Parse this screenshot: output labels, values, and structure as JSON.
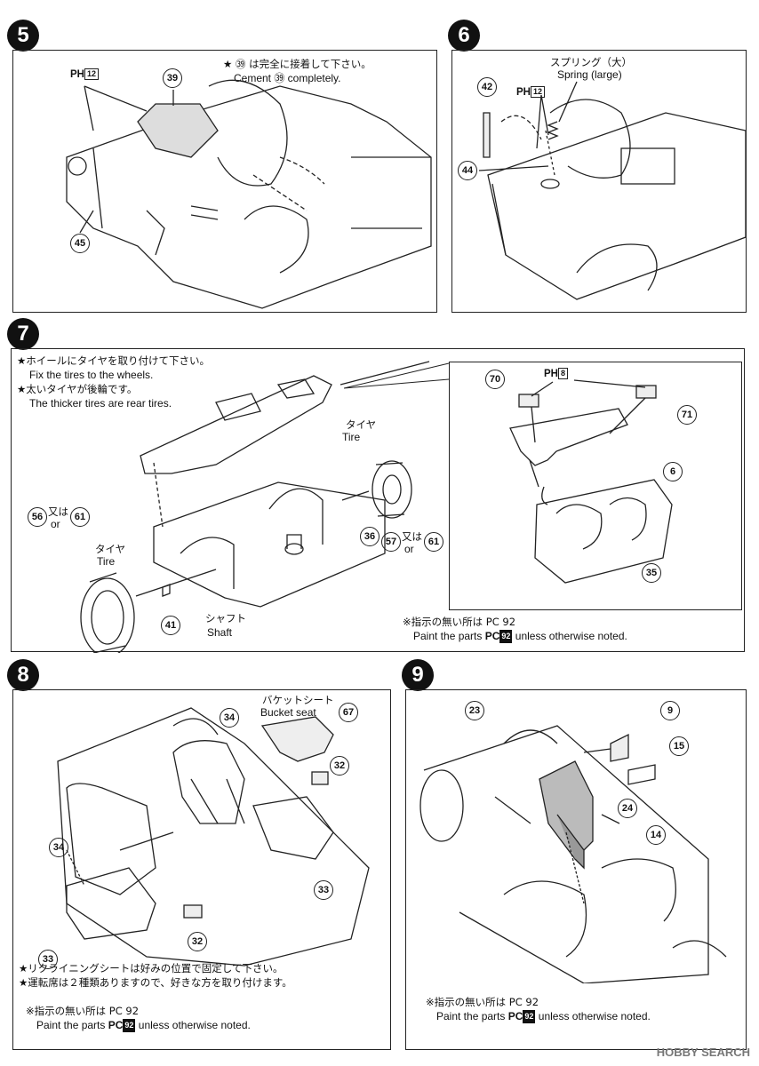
{
  "steps": {
    "s5": {
      "number": "5",
      "note_jp": "★ ㊴ は完全に接着して下さい。",
      "note_en": "Cement ㊴ completely.",
      "ph_label": "PH",
      "ph_num": "12",
      "parts": [
        "39",
        "45"
      ]
    },
    "s6": {
      "number": "6",
      "spring_jp": "スプリング（大）",
      "spring_en": "Spring (large)",
      "ph_label": "PH",
      "ph_num": "12",
      "parts": [
        "42",
        "44"
      ]
    },
    "s7": {
      "number": "7",
      "line1_jp": "★ホイールにタイヤを取り付けて下さい。",
      "line1_en": "Fix the tires to the wheels.",
      "line2_jp": "★太いタイヤが後輪です。",
      "line2_en": "The thicker tires are rear tires.",
      "tire_jp": "タイヤ",
      "tire_en": "Tire",
      "shaft_jp": "シャフト",
      "shaft_en": "Shaft",
      "or_jp": "又は",
      "or_en": "or",
      "parts": [
        "56",
        "61",
        "41",
        "36",
        "57",
        "61"
      ],
      "inset_ph_label": "PH",
      "inset_ph_num": "8",
      "inset_parts": [
        "70",
        "71",
        "6",
        "35"
      ],
      "paint_jp": "※指示の無い所は PC 92",
      "paint_en_pre": "Paint the parts",
      "paint_en_post": "unless otherwise noted.",
      "pc_label": "PC",
      "pc_num": "92"
    },
    "s8": {
      "number": "8",
      "bucket_jp": "バケットシート",
      "bucket_en": "Bucket seat",
      "parts": [
        "34",
        "67",
        "32",
        "34",
        "33",
        "32",
        "33"
      ],
      "note1": "★リクライニングシートは好みの位置で固定して下さい。",
      "note2": "★運転席は２種類ありますので、好きな方を取り付けます。",
      "paint_jp": "※指示の無い所は PC 92",
      "paint_en_pre": "Paint the parts",
      "paint_en_post": "unless otherwise noted.",
      "pc_label": "PC",
      "pc_num": "92"
    },
    "s9": {
      "number": "9",
      "parts": [
        "23",
        "9",
        "15",
        "24",
        "14"
      ],
      "paint_jp": "※指示の無い所は PC 92",
      "paint_en_pre": "Paint the parts",
      "paint_en_post": "unless otherwise noted.",
      "pc_label": "PC",
      "pc_num": "92"
    }
  },
  "watermark": "HOBBY SEARCH"
}
